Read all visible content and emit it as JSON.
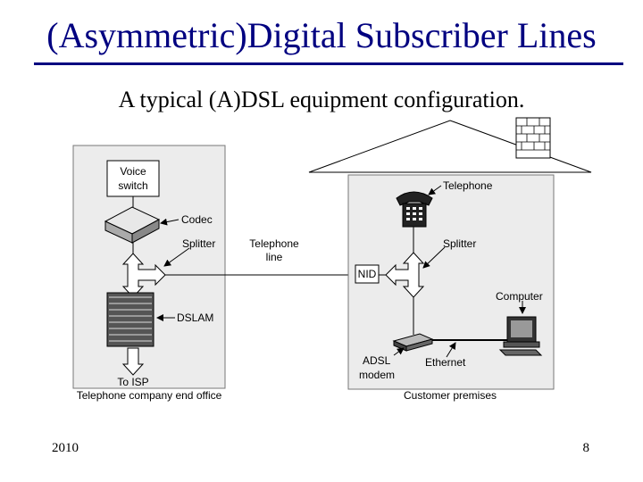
{
  "slide": {
    "title": "(Asymmetric)Digital Subscriber Lines",
    "subtitle": "A typical (A)DSL equipment configuration.",
    "footer_left": "2010",
    "footer_right": "8"
  },
  "diagram": {
    "end_office": {
      "voice_switch": [
        "Voice",
        "switch"
      ],
      "codec": "Codec",
      "splitter": "Splitter",
      "dslam": "DSLAM",
      "to_isp": "To ISP",
      "caption": "Telephone company end office"
    },
    "line": {
      "telephone_line": [
        "Telephone",
        "line"
      ]
    },
    "customer": {
      "telephone": "Telephone",
      "splitter": "Splitter",
      "nid": "NID",
      "computer": "Computer",
      "adsl_modem": [
        "ADSL",
        "modem"
      ],
      "ethernet": "Ethernet",
      "caption": "Customer premises"
    }
  }
}
